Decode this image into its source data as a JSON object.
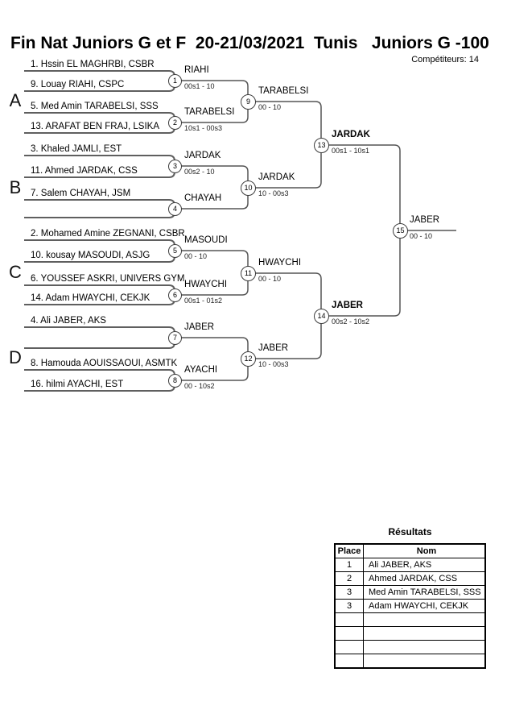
{
  "header": {
    "title": "Fin Nat Juniors G et F  20-21/03/2021  Tunis   Juniors G -100",
    "competitors": "Compétiteurs: 14"
  },
  "bracket": {
    "groups": [
      {
        "label": "A"
      },
      {
        "label": "B"
      },
      {
        "label": "C"
      },
      {
        "label": "D"
      }
    ],
    "slots": [
      {
        "name": "1. Hssin EL MAGHRBI, CSBR"
      },
      {
        "name": "9. Louay RIAHI, CSPC"
      },
      {
        "name": "5. Med Amin TARABELSI, SSS"
      },
      {
        "name": "13. ARAFAT BEN FRAJ, LSIKA"
      },
      {
        "name": "3. Khaled JAMLI, EST"
      },
      {
        "name": "11. Ahmed JARDAK, CSS"
      },
      {
        "name": "7. Salem CHAYAH, JSM"
      },
      {
        "name": ""
      },
      {
        "name": "2. Mohamed Amine ZEGNANI, CSBR"
      },
      {
        "name": "10. kousay MASOUDI, ASJG"
      },
      {
        "name": "6. YOUSSEF ASKRI, UNIVERS GYM"
      },
      {
        "name": "14. Adam HWAYCHI, CEKJK"
      },
      {
        "name": "4. Ali JABER, AKS"
      },
      {
        "name": ""
      },
      {
        "name": "8. Hamouda AOUISSAOUI, ASMTK"
      },
      {
        "name": "16. hilmi AYACHI, EST"
      }
    ],
    "matches": [
      {
        "num": "1",
        "winner": "RIAHI",
        "score": "00s1 - 10"
      },
      {
        "num": "2",
        "winner": "TARABELSI",
        "score": "10s1 - 00s3"
      },
      {
        "num": "3",
        "winner": "JARDAK",
        "score": "00s2 - 10"
      },
      {
        "num": "4",
        "winner": "CHAYAH",
        "score": ""
      },
      {
        "num": "5",
        "winner": "MASOUDI",
        "score": "00 - 10"
      },
      {
        "num": "6",
        "winner": "HWAYCHI",
        "score": "00s1 - 01s2"
      },
      {
        "num": "7",
        "winner": "JABER",
        "score": ""
      },
      {
        "num": "8",
        "winner": "AYACHI",
        "score": "00 - 10s2"
      },
      {
        "num": "9",
        "winner": "TARABELSI",
        "score": "00 - 10"
      },
      {
        "num": "10",
        "winner": "JARDAK",
        "score": "10 - 00s3"
      },
      {
        "num": "11",
        "winner": "HWAYCHI",
        "score": "00 - 10"
      },
      {
        "num": "12",
        "winner": "JABER",
        "score": "10 - 00s3"
      },
      {
        "num": "13",
        "winner": "JARDAK",
        "score": "00s1 - 10s1"
      },
      {
        "num": "14",
        "winner": "JABER",
        "score": "00s2 - 10s2"
      },
      {
        "num": "15",
        "winner": "JABER",
        "score": "00 - 10"
      }
    ]
  },
  "results": {
    "title": "Résultats",
    "columns": [
      "Place",
      "Nom"
    ],
    "rows": [
      {
        "place": "1",
        "name": "Ali JABER, AKS"
      },
      {
        "place": "2",
        "name": "Ahmed JARDAK, CSS"
      },
      {
        "place": "3",
        "name": "Med Amin TARABELSI, SSS"
      },
      {
        "place": "3",
        "name": "Adam HWAYCHI, CEKJK"
      },
      {
        "place": "",
        "name": ""
      },
      {
        "place": "",
        "name": ""
      },
      {
        "place": "",
        "name": ""
      },
      {
        "place": "",
        "name": ""
      }
    ]
  }
}
